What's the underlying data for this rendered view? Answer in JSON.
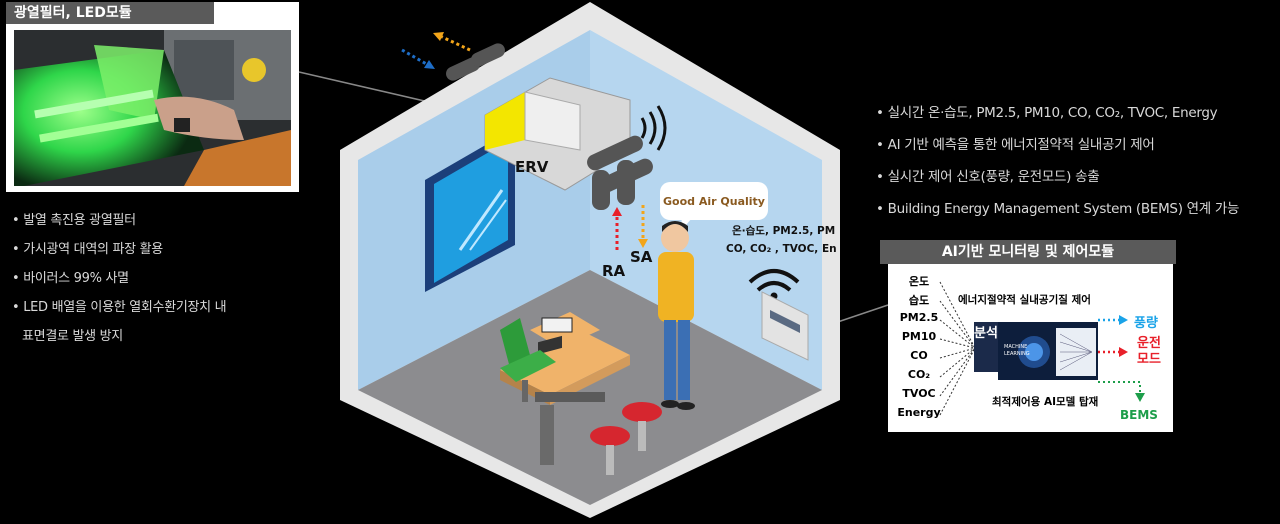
{
  "photo_panel": {
    "title": "광열필터, LED모듈"
  },
  "left_bullets": [
    "• 발열 촉진용 광열필터",
    "• 가시광역 대역의 파장 활용",
    "• 바이러스 99% 사멸",
    "• LED 배열을 이용한 열회수환기장치 내",
    "표면결로 발생 방지"
  ],
  "right_bullets": [
    "• 실시간 온·습도, PM2.5, PM10, CO, CO₂, TVOC, Energy",
    "• AI 기반 예측을 통한 에너지절약적 실내공기 제어",
    "• 실시간 제어 신호(풍량, 운전모드) 송출",
    "• Building Energy Management System (BEMS) 연계 가능"
  ],
  "scene": {
    "erv": "ERV",
    "ra": "RA",
    "sa": "SA",
    "bubble": "Good Air Quality",
    "sensor_line1": "온·습도, PM2.5, PM",
    "sensor_line2": "CO, CO₂ , TVOC, En"
  },
  "ai_panel": {
    "title": "AI기반 모니터링 및 제어모듈",
    "inputs": [
      "온도",
      "습도",
      "PM2.5",
      "PM10",
      "CO",
      "CO₂",
      "TVOC",
      "Energy"
    ],
    "top_label": "에너지절약적 실내공기질 제어",
    "analysis": "분석",
    "ml_label": "MACHINE LEARNING",
    "bottom_label": "최적제어용 AI모델 탑재",
    "out_airflow": "풍량",
    "out_mode": "운전 모드",
    "out_bems": "BEMS"
  },
  "colors": {
    "airflow": "#1aa3e8",
    "mode": "#e8202a",
    "bems": "#1d9e4a",
    "wall": "#a9cdea",
    "arrow_blue": "#1e6ec8",
    "arrow_orange": "#f2a51a"
  }
}
